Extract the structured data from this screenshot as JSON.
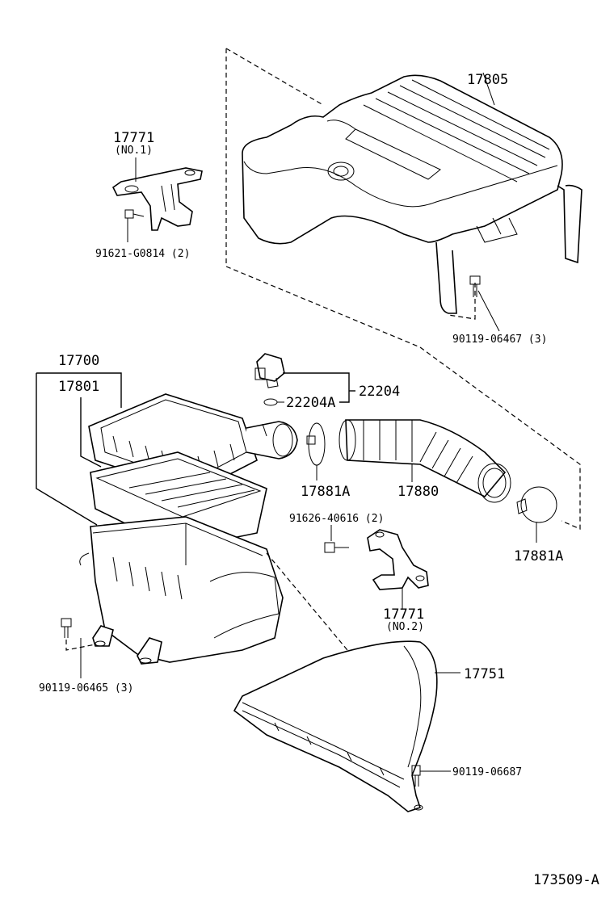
{
  "labels": {
    "engine_cover": "17805",
    "bracket_no1": "17771",
    "bracket_no1_sub": "(NO.1)",
    "bolt_bracket_no1": "91621-G0814 (2)",
    "bolt_cover": "90119-06467 (3)",
    "air_cleaner_assy": "17700",
    "air_cleaner_cap": "17801",
    "sensor": "22204",
    "sensor_oring": "22204A",
    "clamp_left": "17881A",
    "intake_hose": "17880",
    "clamp_right": "17881A",
    "bolt_bracket_no2": "91626-40616 (2)",
    "bracket_no2": "17771",
    "bracket_no2_sub": "(NO.2)",
    "bolt_case": "90119-06465 (3)",
    "duct": "17751",
    "bolt_duct": "90119-06687",
    "figure_number": "173509-A"
  }
}
